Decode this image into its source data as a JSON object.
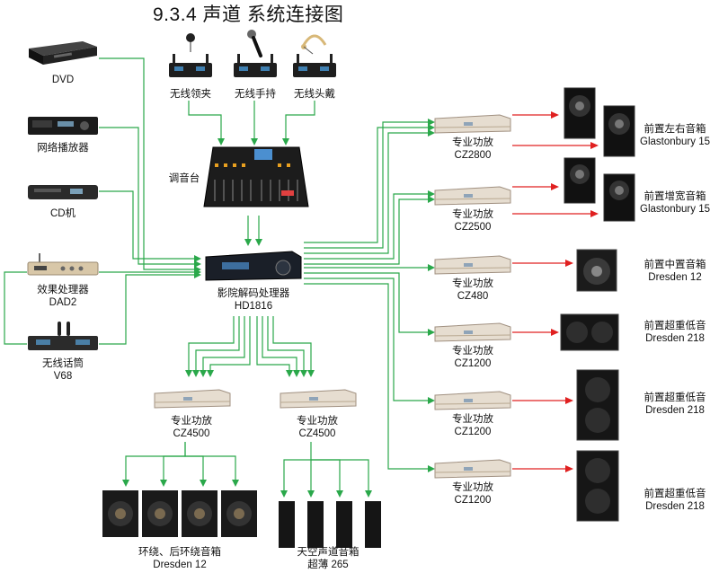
{
  "title": "9.3.4 声道  系统连接图",
  "sources": {
    "dvd": "DVD",
    "network_player": "网络播放器",
    "cd": "CD机",
    "effects_name": "效果处理器",
    "effects_model": "DAD2",
    "wireless_name": "无线话筒",
    "wireless_model": "V68"
  },
  "mics": {
    "lapel": "无线领夹",
    "handheld": "无线手持",
    "headset": "无线头戴"
  },
  "mixer": "调音台",
  "processor": {
    "name": "影院解码处理器",
    "model": "HD1816"
  },
  "amps": [
    {
      "name": "专业功放",
      "model": "CZ2800"
    },
    {
      "name": "专业功放",
      "model": "CZ2500"
    },
    {
      "name": "专业功放",
      "model": "CZ480"
    },
    {
      "name": "专业功放",
      "model": "CZ1200"
    },
    {
      "name": "专业功放",
      "model": "CZ1200"
    },
    {
      "name": "专业功放",
      "model": "CZ1200"
    }
  ],
  "speakers": [
    {
      "name": "前置左右音箱",
      "model": "Glastonbury 15"
    },
    {
      "name": "前置增宽音箱",
      "model": "Glastonbury 15"
    },
    {
      "name": "前置中置音箱",
      "model": "Dresden 12"
    },
    {
      "name": "前置超重低音",
      "model": "Dresden 218"
    },
    {
      "name": "前置超重低音",
      "model": "Dresden 218"
    },
    {
      "name": "前置超重低音",
      "model": "Dresden 218"
    }
  ],
  "rear_amps": [
    {
      "name": "专业功放",
      "model": "CZ4500"
    },
    {
      "name": "专业功放",
      "model": "CZ4500"
    }
  ],
  "rear_speakers": [
    {
      "name": "环绕、后环绕音箱",
      "model": "Dresden 12"
    },
    {
      "name": "天空声道音箱",
      "model": "超薄 265"
    }
  ],
  "colors": {
    "signal": "#2aa84a",
    "speaker_feed": "#e02020"
  }
}
